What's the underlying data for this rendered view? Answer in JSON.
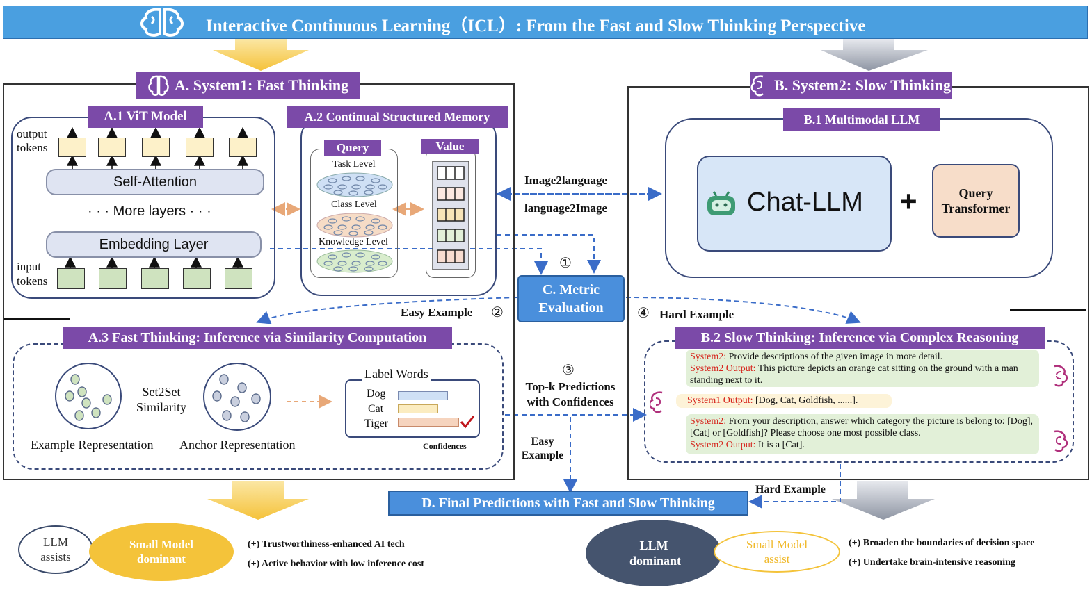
{
  "title": "Interactive Continuous Learning（ICL）: From the Fast and Slow Thinking Perspective",
  "system1": {
    "label": "A. System1: Fast Thinking",
    "vit": {
      "label": "A.1 ViT Model",
      "output_tokens": "output tokens",
      "self_attention": "Self-Attention",
      "more_layers": "· · ·  More layers  · · ·",
      "embedding": "Embedding  Layer",
      "input_tokens": "input tokens"
    },
    "memory": {
      "label": "A.2 Continual Structured Memory",
      "query": "Query",
      "value": "Value",
      "task_level": "Task Level",
      "class_level": "Class Level",
      "knowledge_level": "Knowledge Level"
    },
    "inference": {
      "label": "A.3 Fast Thinking: Inference via Similarity Computation",
      "example_repr": "Example Representation",
      "set2set": "Set2Set Similarity",
      "anchor_repr": "Anchor Representation",
      "label_words": "Label Words",
      "words": [
        "Dog",
        "Cat",
        "Tiger"
      ],
      "confidences": [
        0.72,
        0.58,
        0.88
      ],
      "confidences_label": "Confidences"
    }
  },
  "system2": {
    "label": "B. System2: Slow Thinking",
    "mllm": {
      "label": "B.1 Multimodal  LLM",
      "chat_llm": "Chat-LLM",
      "plus": "+",
      "query_transformer": "Query Transformer"
    },
    "reasoning": {
      "label": "B.2 Slow Thinking: Inference via Complex Reasoning",
      "msg1_speaker": "System2:",
      "msg1_text": "Provide descriptions of the given image in more detail.",
      "msg1_out_speaker": "System2 Output:",
      "msg1_out_text": "This picture depicts an orange cat sitting on the ground with a man standing next to it.",
      "msg2_speaker": "System1 Output:",
      "msg2_text": "[Dog, Cat, Goldfish, ......].",
      "msg3_speaker": "System2:",
      "msg3_text": "From your description, answer which category the picture is belong to: [Dog], [Cat] or [Goldfish]? Please choose one most possible class.",
      "msg3_out_speaker": "System2 Output:",
      "msg3_out_text": "It is a [Cat]."
    }
  },
  "flow": {
    "image2language": "Image2language",
    "language2image": "language2Image",
    "step1": "①",
    "metric": "C. Metric Evaluation",
    "step2": "②",
    "easy_example": "Easy Example",
    "step4": "④",
    "hard_example": "Hard Example",
    "step3": "③",
    "topk": "Top-k Predictions with Confidences",
    "easy_example2": "Easy Example",
    "hard_example2": "Hard Example",
    "final": "D. Final Predictions with Fast and Slow Thinking"
  },
  "bottom_left": {
    "llm_assists": "LLM assists",
    "small_dominant": "Small Model dominant",
    "bullet1": "(+) Trustworthiness-enhanced AI tech",
    "bullet2": "(+) Active behavior with low inference cost"
  },
  "bottom_right": {
    "llm_dominant": "LLM dominant",
    "small_assist": "Small Model assist",
    "bullet1": "(+) Broaden the boundaries of decision space",
    "bullet2": "(+) Undertake brain-intensive reasoning"
  },
  "colors": {
    "title_blue": "#4a9fe0",
    "purple": "#7b4aa8",
    "yellow_arrow": "#f7c843",
    "gray_arrow": "#9aa0ab",
    "dash_blue": "#3a6cc8",
    "small_model_yellow": "#f4c33a",
    "llm_dark": "#45546e",
    "brain_magenta": "#b0307c"
  },
  "icons": [
    "brain-icon",
    "robot-icon",
    "checkmark-icon"
  ]
}
